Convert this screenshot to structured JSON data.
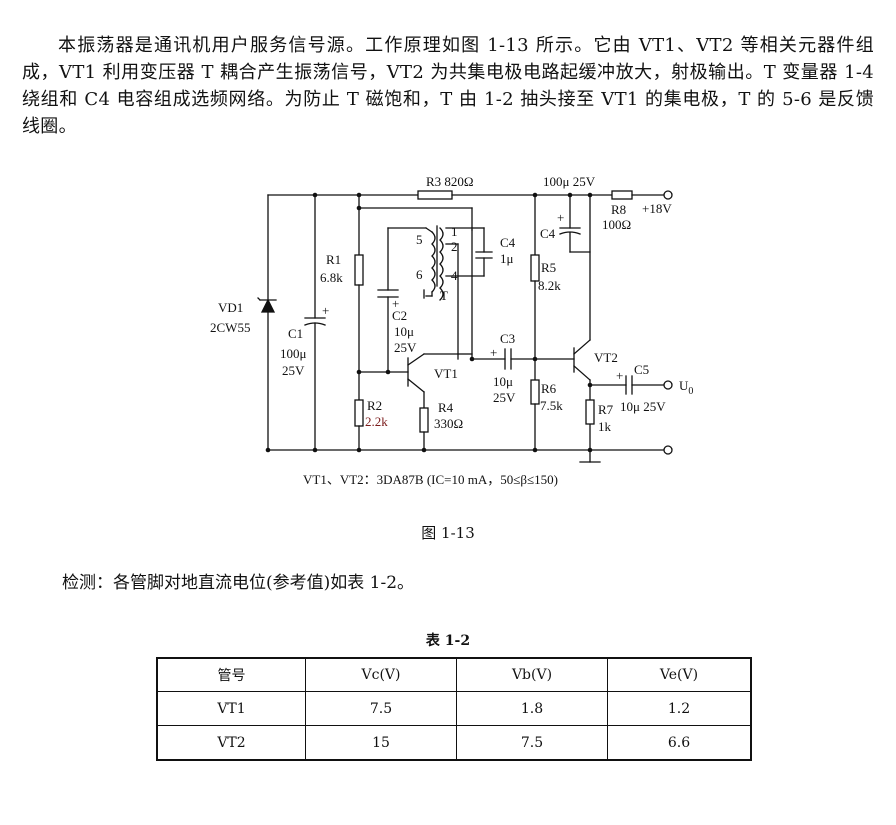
{
  "intro": "本振荡器是通讯机用户服务信号源。工作原理如图 1-13 所示。它由 VT1、VT2 等相关元器件组成，VT1 利用变压器 T 耦合产生振荡信号，VT2 为共集电极电路起缓冲放大，射极输出。T 变量器 1-4 绕组和 C4 电容组成选频网络。为防止 T 磁饱和，T 由 1-2 抽头接至 VT1 的集电极，T 的 5-6 是反馈线圈。",
  "circuit": {
    "r3": "R3  820Ω",
    "c_top": "100μ 25V",
    "r8": "R8",
    "r8_val": "100Ω",
    "supply": "+18V",
    "vd1": "VD1",
    "vd1_model": "2CW55",
    "c1": "C1",
    "c1_val1": "100μ",
    "c1_val2": "25V",
    "r1": "R1",
    "r1_val": "6.8k",
    "c2": "C2",
    "c2_val1": "10μ",
    "c2_val2": "25V",
    "pin1": "1",
    "pin2": "2",
    "pin4": "4",
    "pin5": "5",
    "pin6": "6",
    "t_label": "T",
    "c4a": "C4",
    "c4a_val": "1μ",
    "c4b": "C4",
    "r5": "R5",
    "r5_val": "8.2k",
    "c3": "C3",
    "c3_val1": "10μ",
    "c3_val2": "25V",
    "vt1": "VT1",
    "vt2": "VT2",
    "r6": "R6",
    "r6_val": "7.5k",
    "c5": "C5",
    "c5_val": "10μ 25V",
    "uo": "U",
    "uo_sub": "0",
    "r7": "R7",
    "r7_val": "1k",
    "r2": "R2",
    "r2_val": "2.2k",
    "r4": "R4",
    "r4_val": "330Ω",
    "plus": "+",
    "note": "VT1、VT2：3DA87B  (IC=10 mA，50≤β≤150)"
  },
  "figure_caption": "图 1-13",
  "detect_text": "检测：各管脚对地直流电位(参考值)如表 1-2。",
  "table_title": "表 1-2",
  "table": {
    "headers": [
      "管号",
      "Vc(V)",
      "Vb(V)",
      "Ve(V)"
    ],
    "rows": [
      [
        "VT1",
        "7.5",
        "1.8",
        "1.2"
      ],
      [
        "VT2",
        "15",
        "7.5",
        "6.6"
      ]
    ]
  }
}
